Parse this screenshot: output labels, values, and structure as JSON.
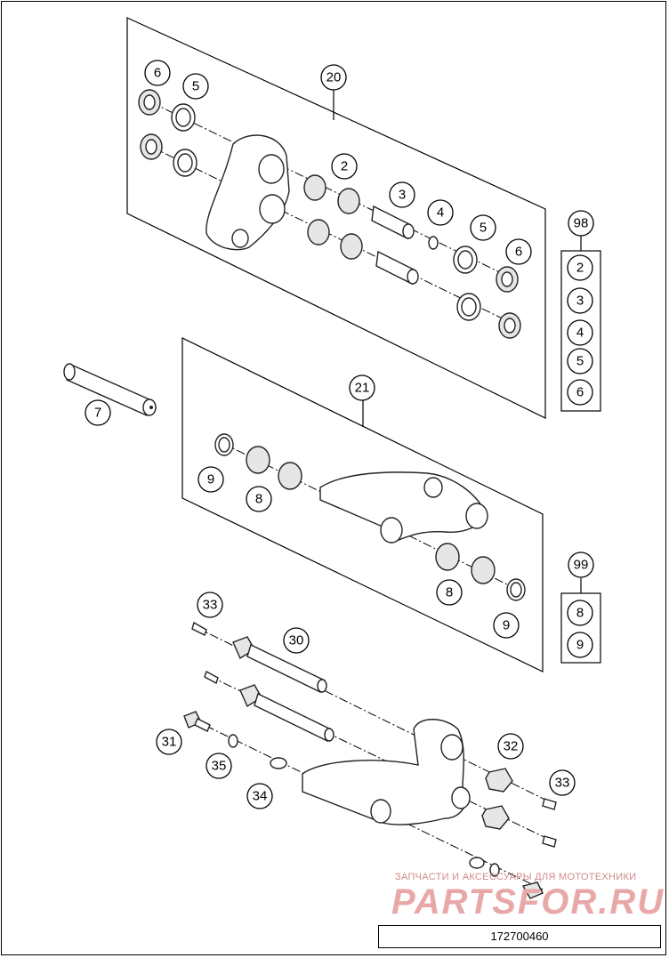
{
  "callouts": {
    "c20": "20",
    "c6a": "6",
    "c5a": "5",
    "c2": "2",
    "c3": "3",
    "c4": "4",
    "c5b": "5",
    "c6b": "6",
    "c98": "98",
    "k98_2": "2",
    "k98_3": "3",
    "k98_4": "4",
    "k98_5": "5",
    "k98_6": "6",
    "c7": "7",
    "c21": "21",
    "c9a": "9",
    "c8a": "8",
    "c8b": "8",
    "c9b": "9",
    "c99": "99",
    "k99_8": "8",
    "k99_9": "9",
    "c33a": "33",
    "c30": "30",
    "c31": "31",
    "c35": "35",
    "c34": "34",
    "c32": "32",
    "c33b": "33"
  },
  "watermark": {
    "tagline": "ЗАПЧАСТИ И АКСЕССУАРЫ ДЛЯ МОТОТЕХНИКИ",
    "logo": "PARTSFOR.RU"
  },
  "reference_number": "172700460",
  "colors": {
    "line": "#000000",
    "watermark": "#e8a8a8",
    "part_fill": "#ffffff"
  }
}
